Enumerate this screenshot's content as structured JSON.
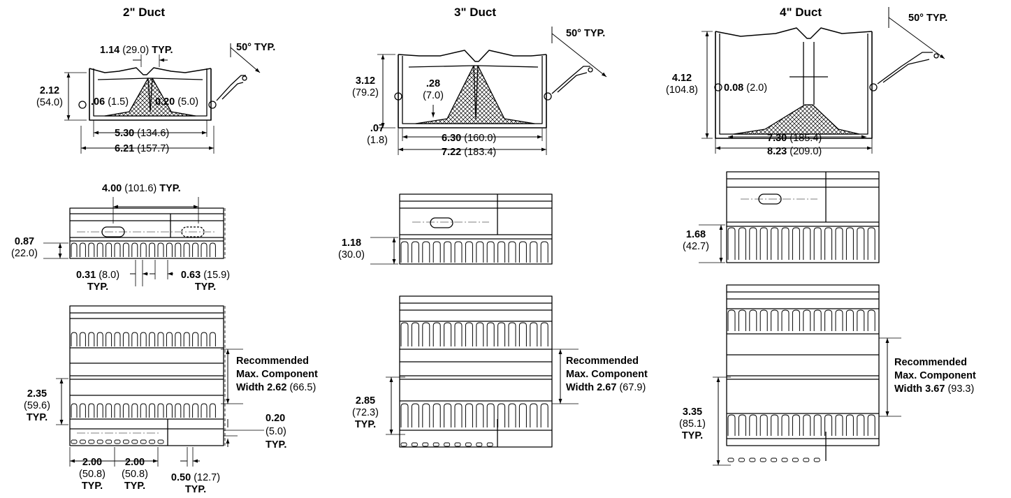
{
  "duct2": {
    "title": "2\" Duct",
    "angle": "50° TYP.",
    "slot_w_b": "1.14",
    "slot_w_r": "(29.0)",
    "slot_w_t": "TYP.",
    "height_b": "2.12",
    "height_r": "(54.0)",
    "wall_b": ".06",
    "wall_r": "(1.5)",
    "base_b": "0.20",
    "base_r": "(5.0)",
    "inner_b": "5.30",
    "inner_r": "(134.6)",
    "outer_b": "6.21",
    "outer_r": "(157.7)",
    "pitch_b": "4.00",
    "pitch_r": "(101.6)",
    "pitch_t": "TYP.",
    "finger_b": "0.87",
    "finger_r": "(22.0)",
    "slotw_b": "0.31",
    "slotw_r": "(8.0)",
    "slotw_t": "TYP.",
    "fingw_b": "0.63",
    "fingw_r": "(15.9)",
    "fingw_t": "TYP.",
    "rec_1": "Recommended",
    "rec_2": "Max. Component",
    "rec_3": "Width",
    "rec_b": "2.62",
    "rec_r": "(66.5)",
    "span_b": "2.35",
    "span_r": "(59.6)",
    "span_t": "TYP.",
    "gap_b": "0.20",
    "gap_r": "(5.0)",
    "gap_t": "TYP.",
    "mnt1_b": "2.00",
    "mnt1_r": "(50.8)",
    "mnt1_t": "TYP.",
    "mnt2_b": "2.00",
    "mnt2_r": "(50.8)",
    "mnt2_t": "TYP.",
    "hole_b": "0.50",
    "hole_r": "(12.7)",
    "hole_t": "TYP."
  },
  "duct3": {
    "title": "3\" Duct",
    "angle": "50° TYP.",
    "height_b": "3.12",
    "height_r": "(79.2)",
    "wall_b": ".28",
    "wall_r": "(7.0)",
    "lip_b": ".07",
    "lip_r": "(1.8)",
    "inner_b": "6.30",
    "inner_r": "(160.0)",
    "outer_b": "7.22",
    "outer_r": "(183.4)",
    "finger_b": "1.18",
    "finger_r": "(30.0)",
    "rec_1": "Recommended",
    "rec_2": "Max. Component",
    "rec_3": "Width",
    "rec_b": "2.67",
    "rec_r": "(67.9)",
    "span_b": "2.85",
    "span_r": "(72.3)",
    "span_t": "TYP."
  },
  "duct4": {
    "title": "4\" Duct",
    "angle": "50° TYP.",
    "height_b": "4.12",
    "height_r": "(104.8)",
    "wall_b": "0.08",
    "wall_r": "(2.0)",
    "inner_b": "7.30",
    "inner_r": "(185.4)",
    "outer_b": "8.23",
    "outer_r": "(209.0)",
    "finger_b": "1.68",
    "finger_r": "(42.7)",
    "rec_1": "Recommended",
    "rec_2": "Max. Component",
    "rec_3": "Width",
    "rec_b": "3.67",
    "rec_r": "(93.3)",
    "span_b": "3.35",
    "span_r": "(85.1)",
    "span_t": "TYP."
  }
}
